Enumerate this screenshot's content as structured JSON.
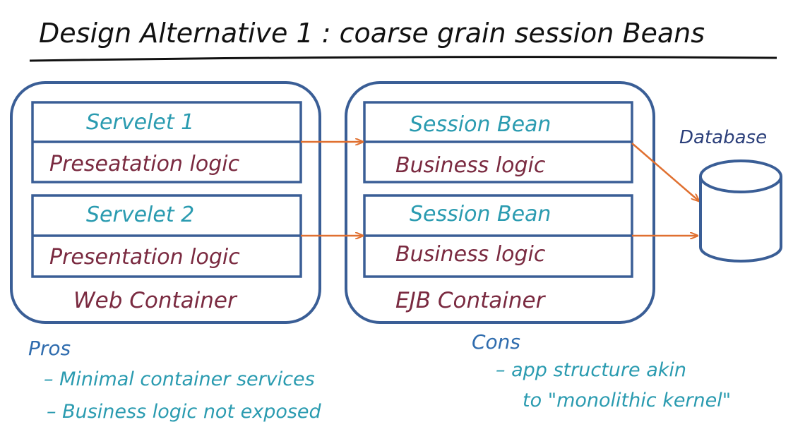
{
  "title": "Design Alternative 1 : coarse grain session Beans",
  "web_container": {
    "label": "Web Container",
    "modules": [
      {
        "header": "Servelet 1",
        "body": "Preseatation logic"
      },
      {
        "header": "Servelet 2",
        "body": "Presentation logic"
      }
    ]
  },
  "ejb_container": {
    "label": "EJB Container",
    "modules": [
      {
        "header": "Session Bean",
        "body": "Business logic"
      },
      {
        "header": "Session Bean",
        "body": "Business logic"
      }
    ]
  },
  "database": {
    "label": "Database"
  },
  "pros": {
    "heading": "Pros",
    "items": [
      "– Minimal container services",
      "– Business logic not exposed"
    ]
  },
  "cons": {
    "heading": "Cons",
    "items": [
      "– app structure akin",
      "to \"monolithic kernel\""
    ]
  },
  "colors": {
    "frame": "#3a5e96",
    "arrow": "#e07030",
    "teal": "#2a9bb0",
    "maroon": "#7a2a40"
  }
}
